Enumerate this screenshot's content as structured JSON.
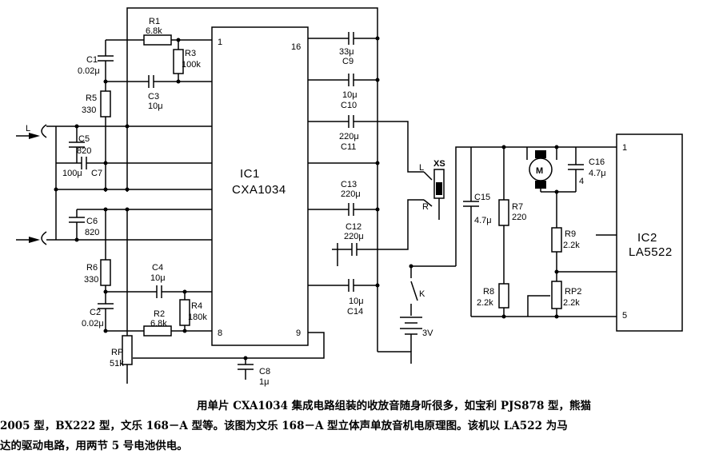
{
  "diagram": {
    "ic1": {
      "name": "IC1",
      "part": "CXA1034",
      "pins": [
        "1",
        "16",
        "8",
        "9"
      ]
    },
    "ic2": {
      "name": "IC2",
      "part": "LA5522",
      "pins": [
        "1",
        "5"
      ]
    },
    "components": {
      "R1": [
        "R1",
        "6.8k"
      ],
      "R3": [
        "R3",
        "100k"
      ],
      "C1": [
        "C1",
        "0.02μ"
      ],
      "C3": [
        "C3",
        "10μ"
      ],
      "R5": [
        "R5",
        "330"
      ],
      "C5": [
        "C5",
        "820"
      ],
      "C7": [
        "C7",
        "100μ"
      ],
      "C6": [
        "C6",
        "820"
      ],
      "R6": [
        "R6",
        "330"
      ],
      "C4": [
        "C4",
        "10μ"
      ],
      "R4": [
        "R4",
        "180k"
      ],
      "C2": [
        "C2",
        "0.02μ"
      ],
      "R2": [
        "R2",
        "6.8k"
      ],
      "RP": [
        "RP",
        "51k"
      ],
      "C8": [
        "C8",
        "1μ"
      ],
      "C9": [
        "C9",
        "33μ"
      ],
      "C10": [
        "C10",
        "10μ"
      ],
      "C11": [
        "C11",
        "220μ"
      ],
      "C13": [
        "C13",
        "220μ"
      ],
      "C12": [
        "C12",
        "220μ"
      ],
      "C14": [
        "C14",
        "10μ"
      ],
      "C15": [
        "C15",
        "4.7μ"
      ],
      "R7": [
        "R7",
        "220"
      ],
      "C16": [
        "C16",
        "4.7μ"
      ],
      "R9": [
        "R9",
        "2.2k"
      ],
      "R8": [
        "R8",
        "2.2k"
      ],
      "RP2": [
        "RP2",
        "2.2k"
      ]
    },
    "misc": {
      "input_L": "L",
      "jack_L": "L",
      "jack_R": "R",
      "xs": "XS",
      "switch_K": "K",
      "battery": "3V",
      "motor": "M",
      "c16_num": "4"
    }
  },
  "caption": {
    "line1": "用单片 CXA1034 集成电路组装的收放音随身听很多，如宝利 PJS878 型，熊猫",
    "line2": "2005 型，BX222 型，文乐 168－A 型等。该图为文乐 168－A 型立体声单放音机电原理图。该机以 LA522 为马",
    "line3": "达的驱动电路，用两节 5 号电池供电。"
  }
}
